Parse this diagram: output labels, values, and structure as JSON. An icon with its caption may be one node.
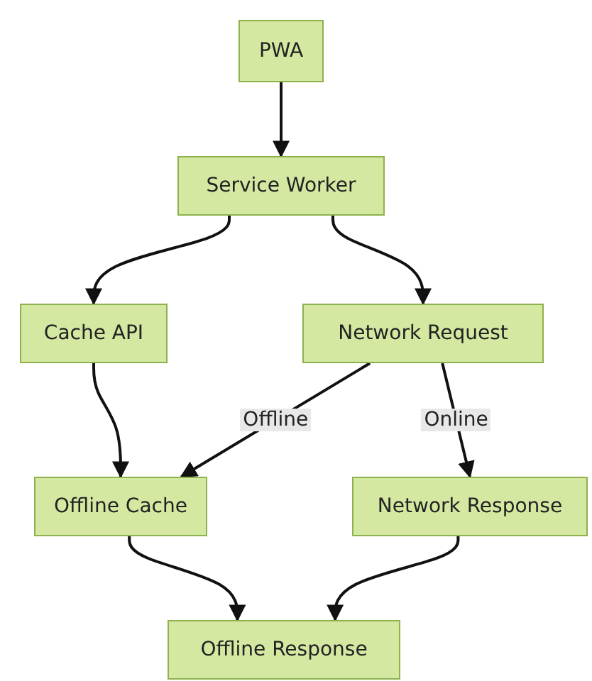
{
  "diagram": {
    "nodes": [
      {
        "text": [
          "PWA"
        ]
      },
      {
        "text": [
          "Service Worker"
        ]
      },
      {
        "text": [
          "Cache API"
        ]
      },
      {
        "text": [
          "Network Request"
        ]
      },
      {
        "text": [
          "Offline Cache"
        ]
      },
      {
        "text": [
          "Network Response"
        ]
      },
      {
        "text": [
          "Offline Response"
        ]
      }
    ],
    "edges": [
      {
        "from": 0,
        "to": 1,
        "arrow": "to"
      },
      {
        "from": 1,
        "to": 2,
        "arrow": "to"
      },
      {
        "from": 1,
        "to": 3,
        "arrow": "to"
      },
      {
        "from": 2,
        "to": 4,
        "arrow": "to"
      },
      {
        "from": 3,
        "to": 4,
        "label": "Offline",
        "arrow": "to"
      },
      {
        "from": 3,
        "to": 5,
        "label": "Online",
        "arrow": "to"
      },
      {
        "from": 4,
        "to": 6,
        "arrow": "to"
      },
      {
        "from": 5,
        "to": 6,
        "arrow": "to"
      }
    ]
  }
}
